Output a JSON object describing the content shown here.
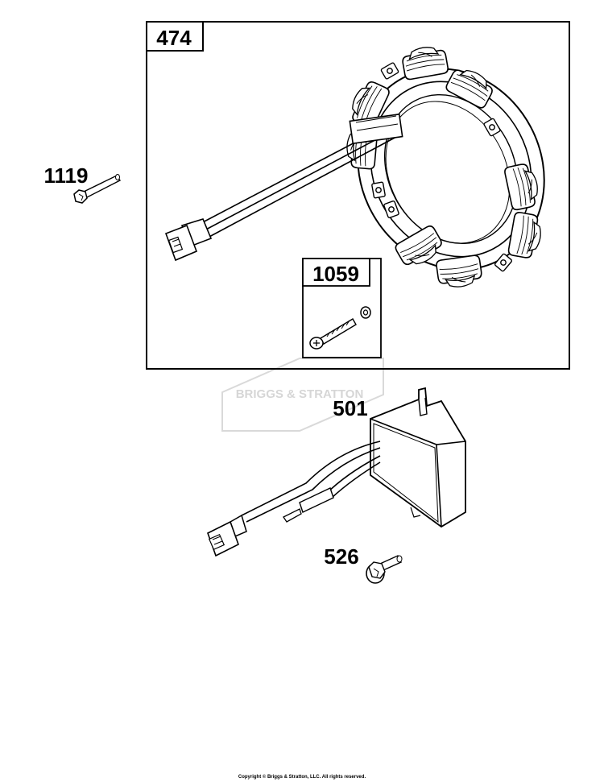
{
  "parts": {
    "stator_label": "474",
    "screw_1059_label": "1059",
    "screw_1119_label": "1119",
    "regulator_label": "501",
    "screw_526_label": "526"
  },
  "watermark": "BRIGGS & STRATTON",
  "copyright": "Copyright © Briggs & Stratton, LLC. All rights reserved.",
  "colors": {
    "line": "#000000",
    "watermark": "#d9d9d9",
    "background": "#ffffff"
  }
}
